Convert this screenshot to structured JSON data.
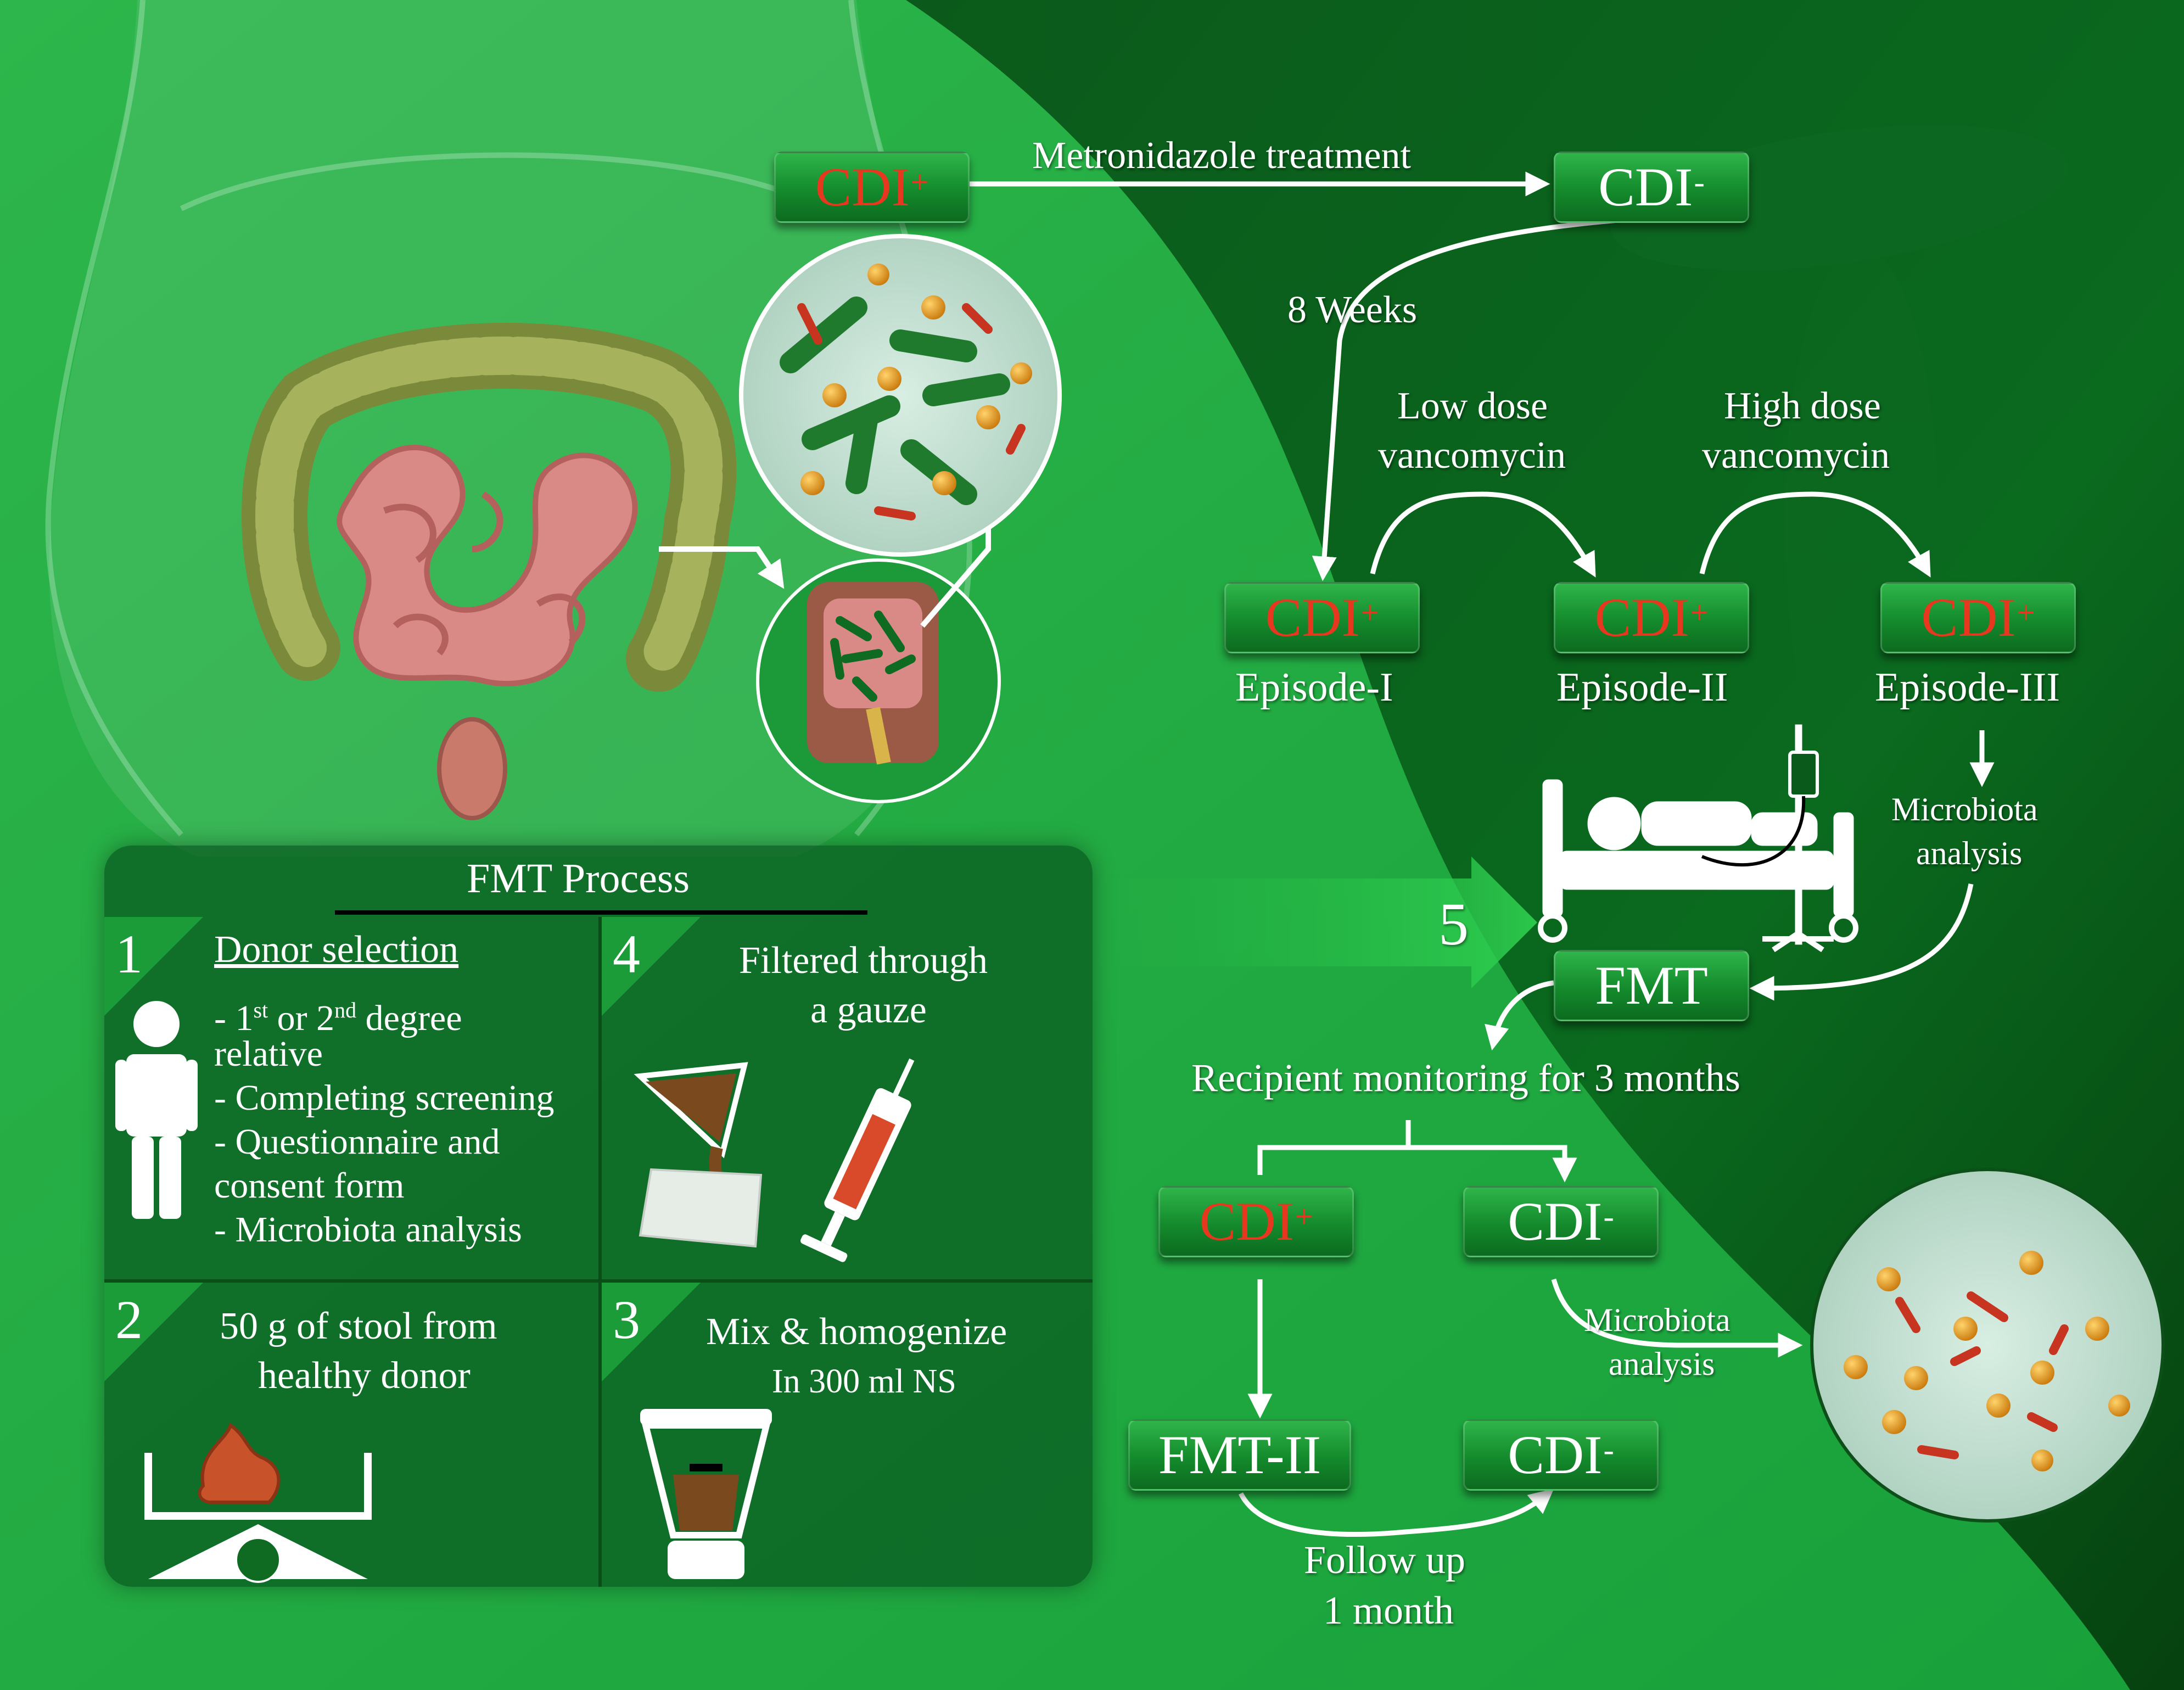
{
  "flow": {
    "start_base": "CDI",
    "start_sup": "+",
    "arrow_metronidazole": "Metronidazole treatment",
    "cdi_neg_base": "CDI",
    "cdi_neg_sup": "-",
    "weeks_label": "8 Weeks",
    "low_dose_line1": "Low dose",
    "low_dose_line2": "vancomycin",
    "high_dose_line1": "High dose",
    "high_dose_line2": "vancomycin",
    "episode1_base": "CDI",
    "episode1_sup": "+",
    "episode1_label": "Episode-I",
    "episode2_base": "CDI",
    "episode2_sup": "+",
    "episode2_label": "Episode-II",
    "episode3_base": "CDI",
    "episode3_sup": "+",
    "episode3_label": "Episode-III",
    "microbiota_1_line1": "Microbiota",
    "microbiota_1_line2": "analysis",
    "step5_number": "5",
    "fmt_label": "FMT",
    "monitoring_label": "Recipient monitoring for 3 months",
    "outcome_pos_base": "CDI",
    "outcome_pos_sup": "+",
    "outcome_neg_base": "CDI",
    "outcome_neg_sup": "-",
    "microbiota_2_line1": "Microbiota",
    "microbiota_2_line2": "analysis",
    "fmt2_label": "FMT-II",
    "final_neg_base": "CDI",
    "final_neg_sup": "-",
    "followup_line1": "Follow up",
    "followup_line2": "1 month"
  },
  "fmt_process": {
    "title": "FMT Process",
    "step1": {
      "number": "1",
      "heading": "Donor selection",
      "item1_pre": "- 1",
      "item1_sup1": "st",
      "item1_mid": " or 2",
      "item1_sup2": "nd",
      "item1_post": " degree",
      "item1_line2": "relative",
      "item2": "- Completing screening",
      "item3_line1": "- Questionnaire and",
      "item3_line2": "consent form",
      "item4": "- Microbiota analysis"
    },
    "step2": {
      "number": "2",
      "line1": "50 g of stool from",
      "line2": "healthy donor"
    },
    "step3": {
      "number": "3",
      "line1": "Mix & homogenize",
      "line2": "In 300 ml NS"
    },
    "step4": {
      "number": "4",
      "line1": "Filtered through",
      "line2": "a gauze"
    }
  },
  "colors": {
    "positive_red": "#e8371f",
    "bg_light_green": "#1fa33c",
    "bg_dark_green": "#074d15",
    "white": "#ffffff"
  }
}
